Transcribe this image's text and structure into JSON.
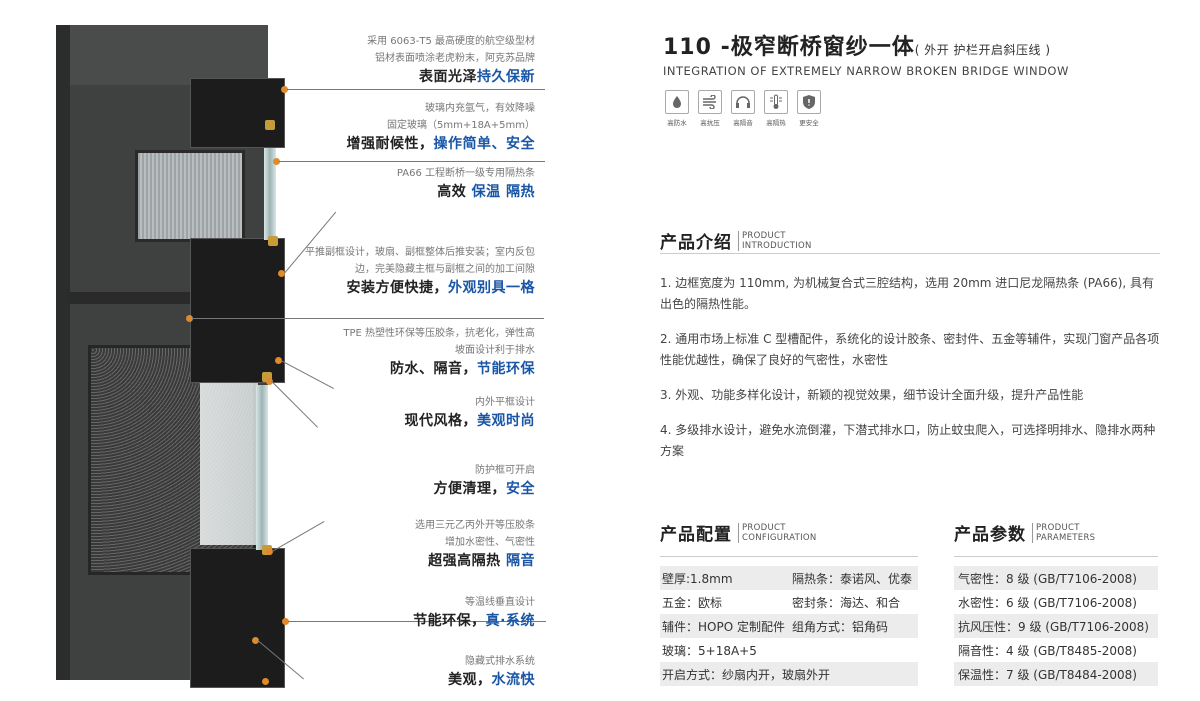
{
  "header": {
    "title": "110 -极窄断桥窗纱一体",
    "subtitle": "( 外开  护栏开启斜压线 )",
    "english": "INTEGRATION OF EXTREMELY NARROW BROKEN BRIDGE WINDOW"
  },
  "icons": [
    {
      "name": "water-drop-icon",
      "label": "高防水"
    },
    {
      "name": "wind-icon",
      "label": "高抗压"
    },
    {
      "name": "headphones-icon",
      "label": "高隔音"
    },
    {
      "name": "thermometer-icon",
      "label": "高隔热"
    },
    {
      "name": "shield-icon",
      "label": "更安全"
    }
  ],
  "features": [
    {
      "desc": [
        "采用 6063-T5 最高硬度的航空级型材",
        "铝材表面喷涂老虎粉末，阿克苏品牌"
      ],
      "title": "表面光泽",
      "highlight": "持久保新"
    },
    {
      "desc": [
        "玻璃内充氩气，有效降噪",
        "固定玻璃（5mm+18A+5mm）"
      ],
      "title": "增强耐候性，",
      "highlight": "操作简单、安全"
    },
    {
      "desc": [
        "PA66 工程断桥一级专用隔热条"
      ],
      "title": "高效 ",
      "highlight": "保温 隔热"
    },
    {
      "desc": [
        "平推副框设计，玻扇、副框整体后推安装；室内反包",
        "边，完美隐藏主框与副框之间的加工间隙"
      ],
      "title": "安装方便快捷，",
      "highlight": "外观别具一格"
    },
    {
      "desc": [
        "TPE 热塑性环保等压胶条，抗老化，弹性高",
        "坡面设计利于排水"
      ],
      "title": "防水、隔音，",
      "highlight": "节能环保"
    },
    {
      "desc": [
        "内外平框设计"
      ],
      "title": "现代风格，",
      "highlight": "美观时尚"
    },
    {
      "desc": [
        "防护框可开启"
      ],
      "title": "方便清理，",
      "highlight": "安全"
    },
    {
      "desc": [
        "选用三元乙丙外开等压胶条",
        "增加水密性、气密性"
      ],
      "title": "超强高隔热 ",
      "highlight": "隔音"
    },
    {
      "desc": [
        "等温线垂直设计"
      ],
      "title": "节能环保，",
      "highlight": "真·系统"
    },
    {
      "desc": [
        "隐藏式排水系统"
      ],
      "title": "美观，",
      "highlight": "水流快"
    }
  ],
  "intro": {
    "cn": "产品介绍",
    "en1": "PRODUCT",
    "en2": "INTRODUCTION",
    "items": [
      "1. 边框宽度为 110mm, 为机械复合式三腔结构，选用 20mm 进口尼龙隔热条 (PA66), 具有出色的隔热性能。",
      "2. 通用市场上标准 C 型槽配件，系统化的设计胶条、密封件、五金等辅件，实现门窗产品各项性能优越性，确保了良好的气密性，水密性",
      "3. 外观、功能多样化设计，新颖的视觉效果，细节设计全面升级，提升产品性能",
      "4. 多级排水设计，避免水流倒灌，下潜式排水口，防止蚊虫爬入，可选择明排水、隐排水两种方案"
    ]
  },
  "config": {
    "cn": "产品配置",
    "en1": "PRODUCT",
    "en2": "CONFIGURATION",
    "rows": [
      [
        "壁厚:1.8mm",
        "隔热条：泰诺风、优泰"
      ],
      [
        "五金：欧标",
        "密封条：海达、和合"
      ],
      [
        "辅件：HOPO 定制配件",
        "组角方式：铝角码"
      ],
      [
        "玻璃：5+18A+5",
        ""
      ],
      [
        "开启方式：纱扇内开，玻扇外开",
        ""
      ]
    ]
  },
  "params": {
    "cn": "产品参数",
    "en1": "PRODUCT",
    "en2": "PARAMETERS",
    "rows": [
      "气密性：8 级 (GB/T7106-2008)",
      "水密性：6 级 (GB/T7106-2008)",
      "抗风压性：9 级 (GB/T7106-2008)",
      "隔音性：4 级 (GB/T8485-2008)",
      "保温性：7 级 (GB/T8484-2008)"
    ]
  }
}
